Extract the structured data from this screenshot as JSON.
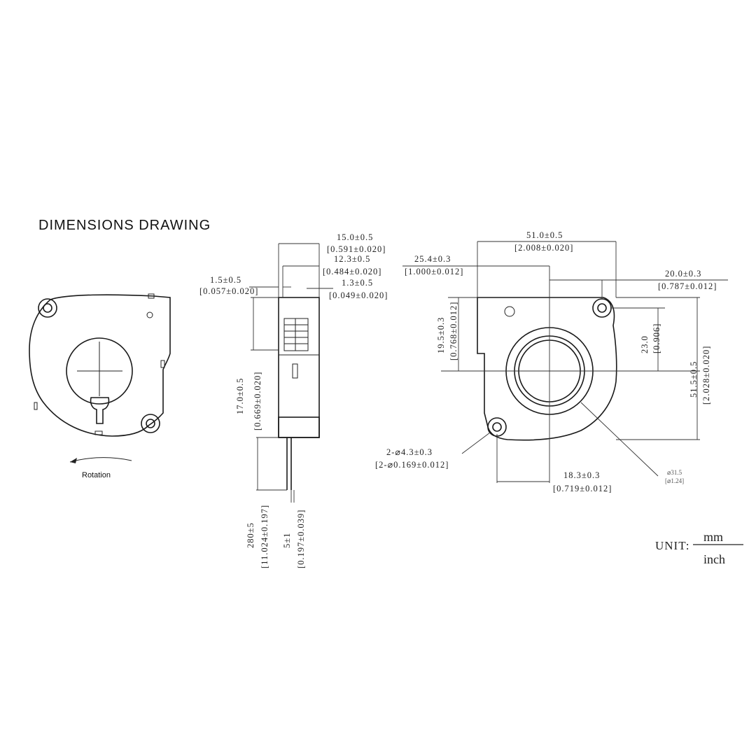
{
  "title": "DIMENSIONS DRAWING",
  "rotation_label": "Rotation",
  "side_view": {
    "width": "15.0±0.5",
    "width_in": "[0.591±0.020]",
    "inner": "12.3±0.5",
    "inner_in": "[0.484±0.020]",
    "lip_left": "1.5±0.5",
    "lip_left_in": "[0.057±0.020]",
    "lip_right": "1.3±0.5",
    "lip_right_in": "[0.049±0.020]",
    "outlet": "17.0±0.5",
    "outlet_in": "[0.669±0.020]",
    "lead_length": "280±5",
    "lead_length_in": "[11.024±0.197]",
    "strip": "5±1",
    "strip_in": "[0.197±0.039]"
  },
  "front_view": {
    "width": "51.0±0.5",
    "width_in": "[2.008±0.020]",
    "center_offset": "25.4±0.3",
    "center_offset_in": "[1.000±0.012]",
    "hole_offset": "20.0±0.3",
    "hole_offset_in": "[0.787±0.012]",
    "vertical_offset": "19.5±0.3",
    "vertical_offset_in": "[0.768±0.012]",
    "hub_height": "23.0",
    "hub_height_in": "[0.906]",
    "height": "51.5±0.5",
    "height_in": "[2.028±0.020]",
    "holes": "2-⌀4.3±0.3",
    "holes_in": "[2-⌀0.169±0.012]",
    "bottom_offset": "18.3±0.3",
    "bottom_offset_in": "[0.719±0.012]",
    "hub_dia": "⌀31.5",
    "hub_dia_in": "[⌀1.24]"
  },
  "unit": {
    "label": "UNIT:",
    "numerator": "mm",
    "denominator": "inch"
  }
}
